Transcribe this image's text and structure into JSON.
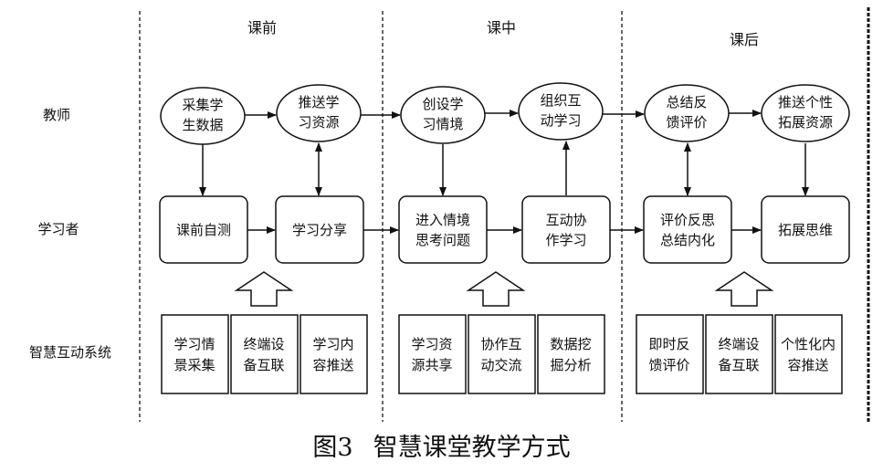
{
  "phases": {
    "before": "课前",
    "during": "课中",
    "after": "课后"
  },
  "rows": {
    "teacher": "教师",
    "learner": "学习者",
    "system": "智慧互动系统"
  },
  "teacher": {
    "t1": [
      "采集学",
      "生数据"
    ],
    "t2": [
      "推送学",
      "习资源"
    ],
    "t3": [
      "创设学",
      "习情境"
    ],
    "t4": [
      "组织互",
      "动学习"
    ],
    "t5": [
      "总结反",
      "馈评价"
    ],
    "t6": [
      "推送个性",
      "拓展资源"
    ]
  },
  "learner": {
    "l1": [
      "课前自测"
    ],
    "l2": [
      "学习分享"
    ],
    "l3": [
      "进入情境",
      "思考问题"
    ],
    "l4": [
      "互动协",
      "作学习"
    ],
    "l5": [
      "评价反思",
      "总结内化"
    ],
    "l6": [
      "拓展思维"
    ]
  },
  "system": {
    "s1": [
      "学习情",
      "景采集"
    ],
    "s2": [
      "终端设",
      "备互联"
    ],
    "s3": [
      "学习内",
      "容推送"
    ],
    "s4": [
      "学习资",
      "源共享"
    ],
    "s5": [
      "协作互",
      "动交流"
    ],
    "s6": [
      "数据挖",
      "掘分析"
    ],
    "s7": [
      "即时反",
      "馈评价"
    ],
    "s8": [
      "终端设",
      "备互联"
    ],
    "s9": [
      "个性化内",
      "容推送"
    ]
  },
  "caption": {
    "figure": "图3",
    "title": "智慧课堂教学方式"
  }
}
